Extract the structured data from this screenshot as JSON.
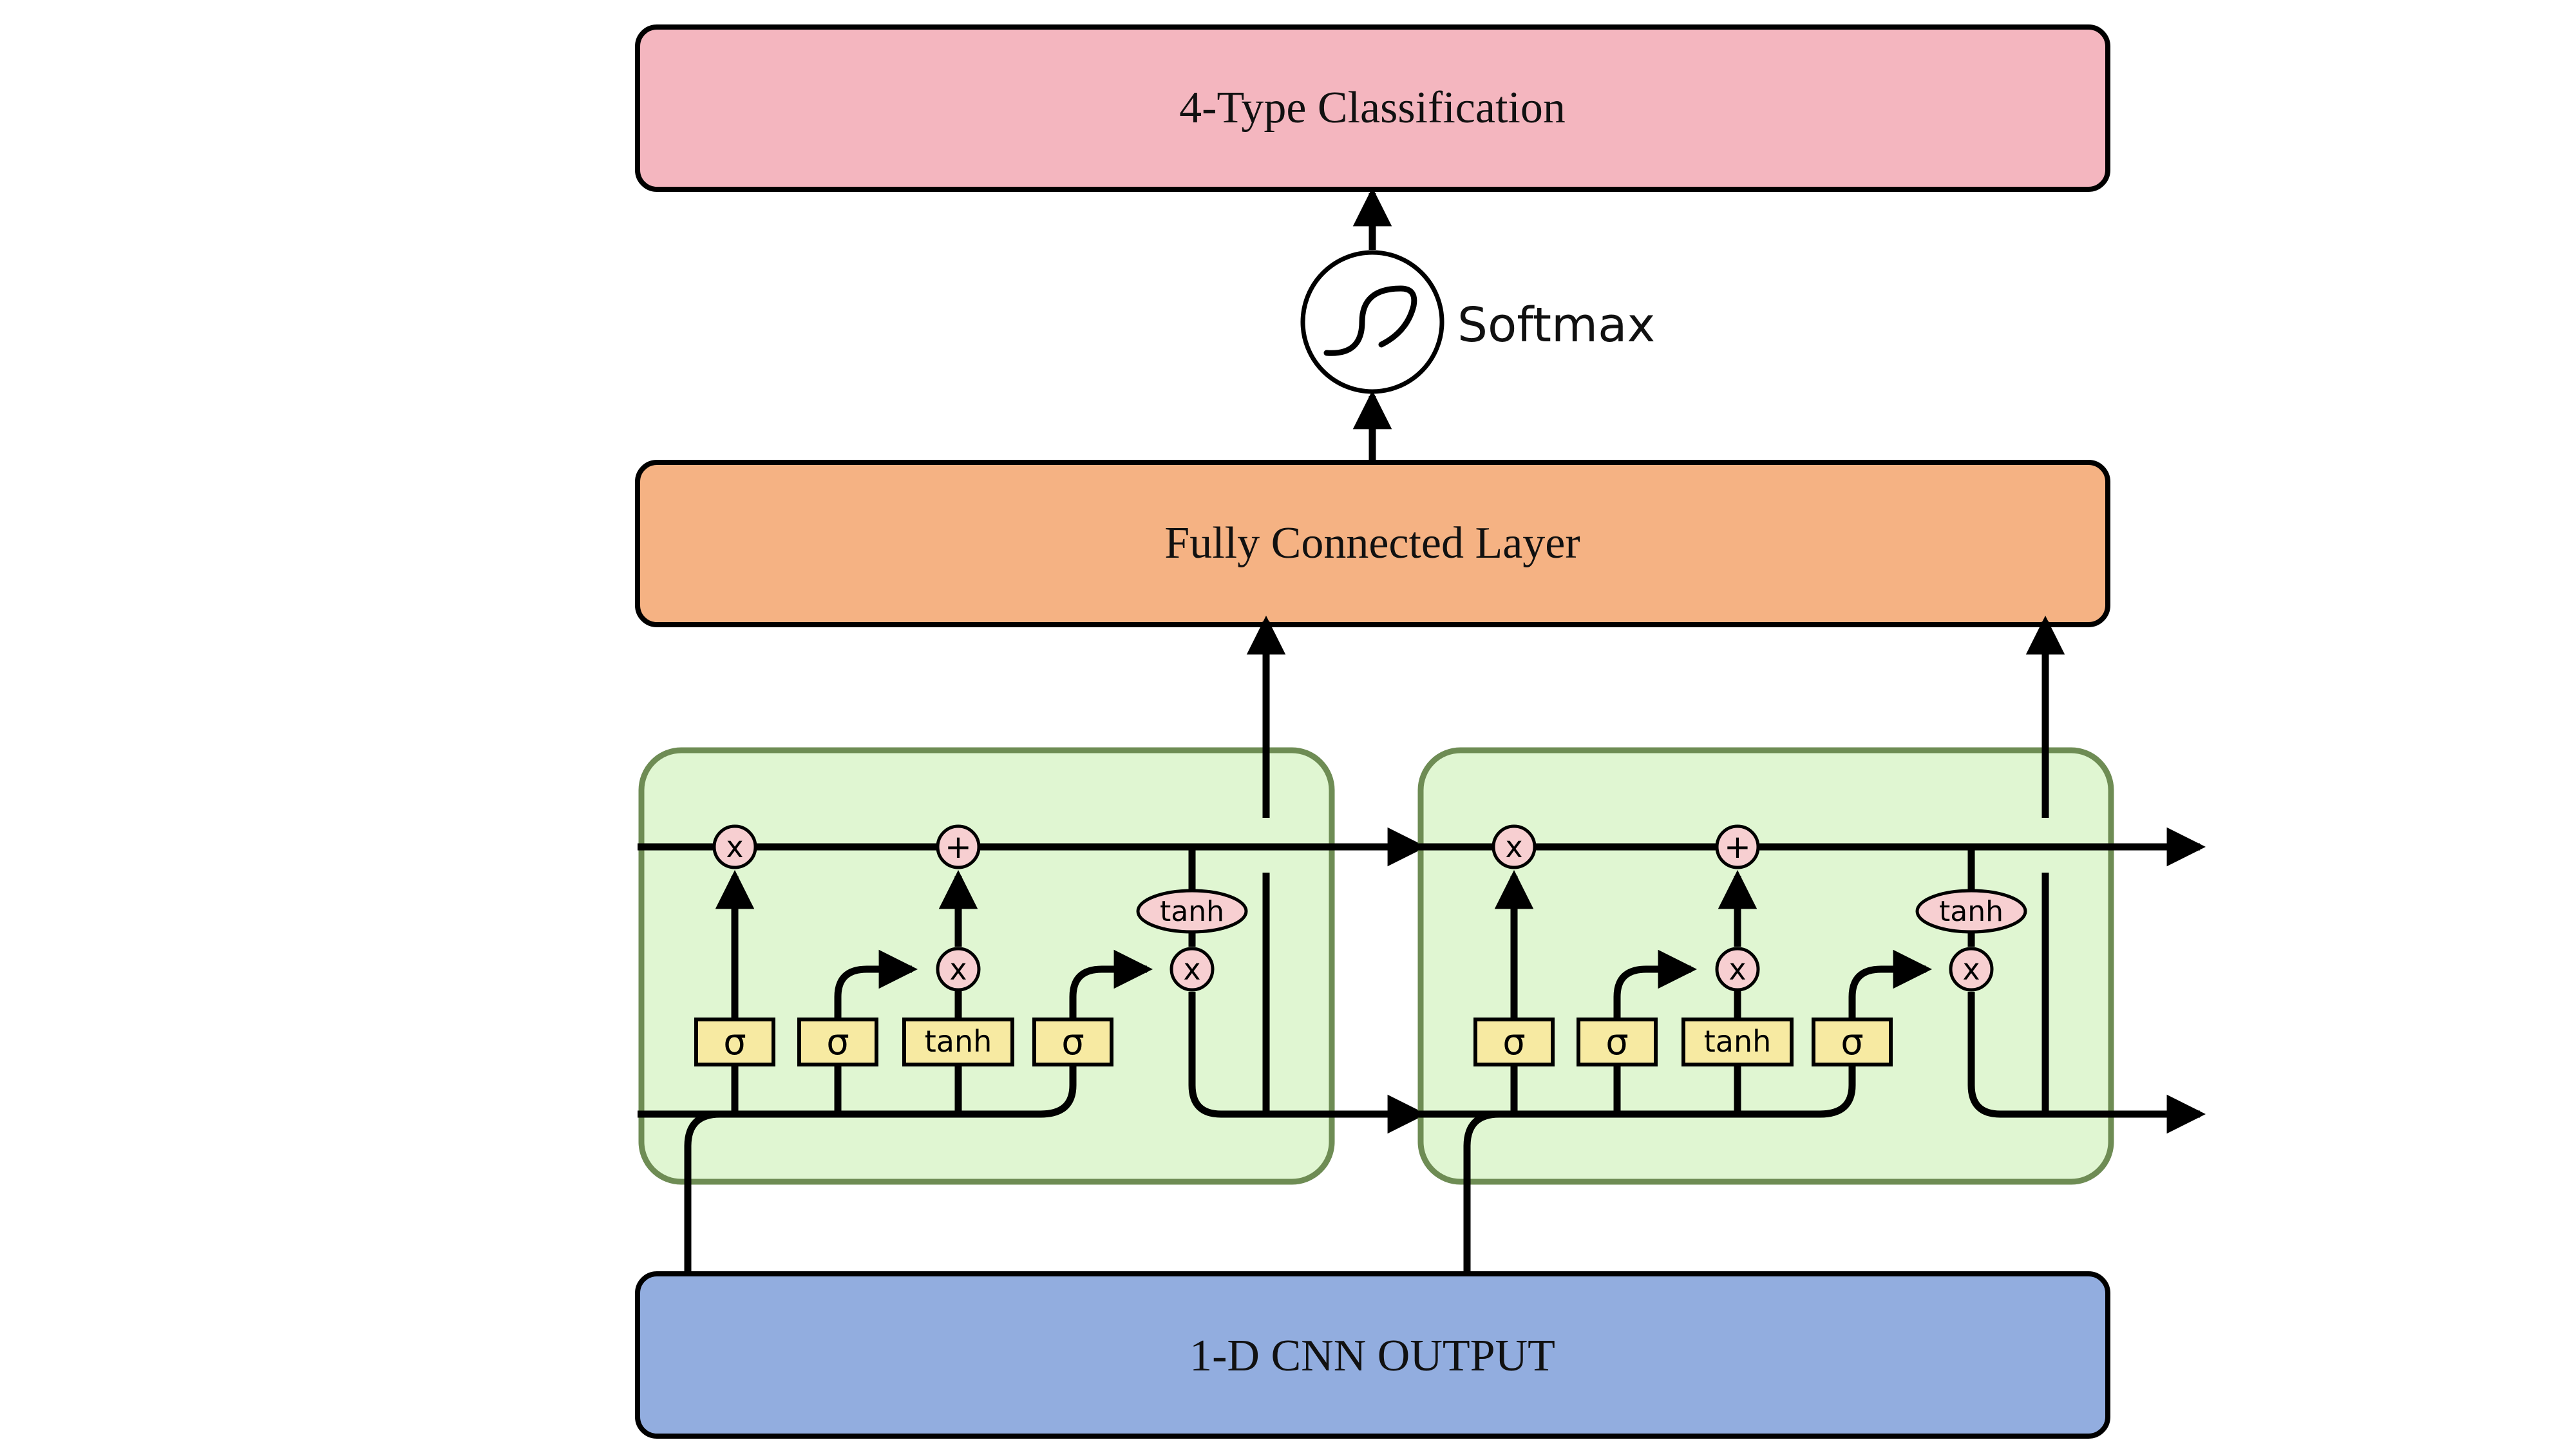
{
  "classification": {
    "label": "4-Type Classification",
    "color": "#f4b6bf"
  },
  "softmax": {
    "label": "Softmax"
  },
  "fc_layer": {
    "label": "Fully Connected Layer",
    "color": "#f5b283"
  },
  "cnn_output": {
    "label": "1-D CNN OUTPUT",
    "color": "#92addf"
  },
  "lstm": {
    "cell_fill": "#e0f6d2",
    "cell_stroke": "#6e8c54",
    "gate_fill": "#f7eaa2",
    "op_fill": "#f7cfd1",
    "symbols": {
      "sigma": "σ",
      "tanh": "tanh",
      "multiply": "x",
      "add": "+"
    }
  }
}
